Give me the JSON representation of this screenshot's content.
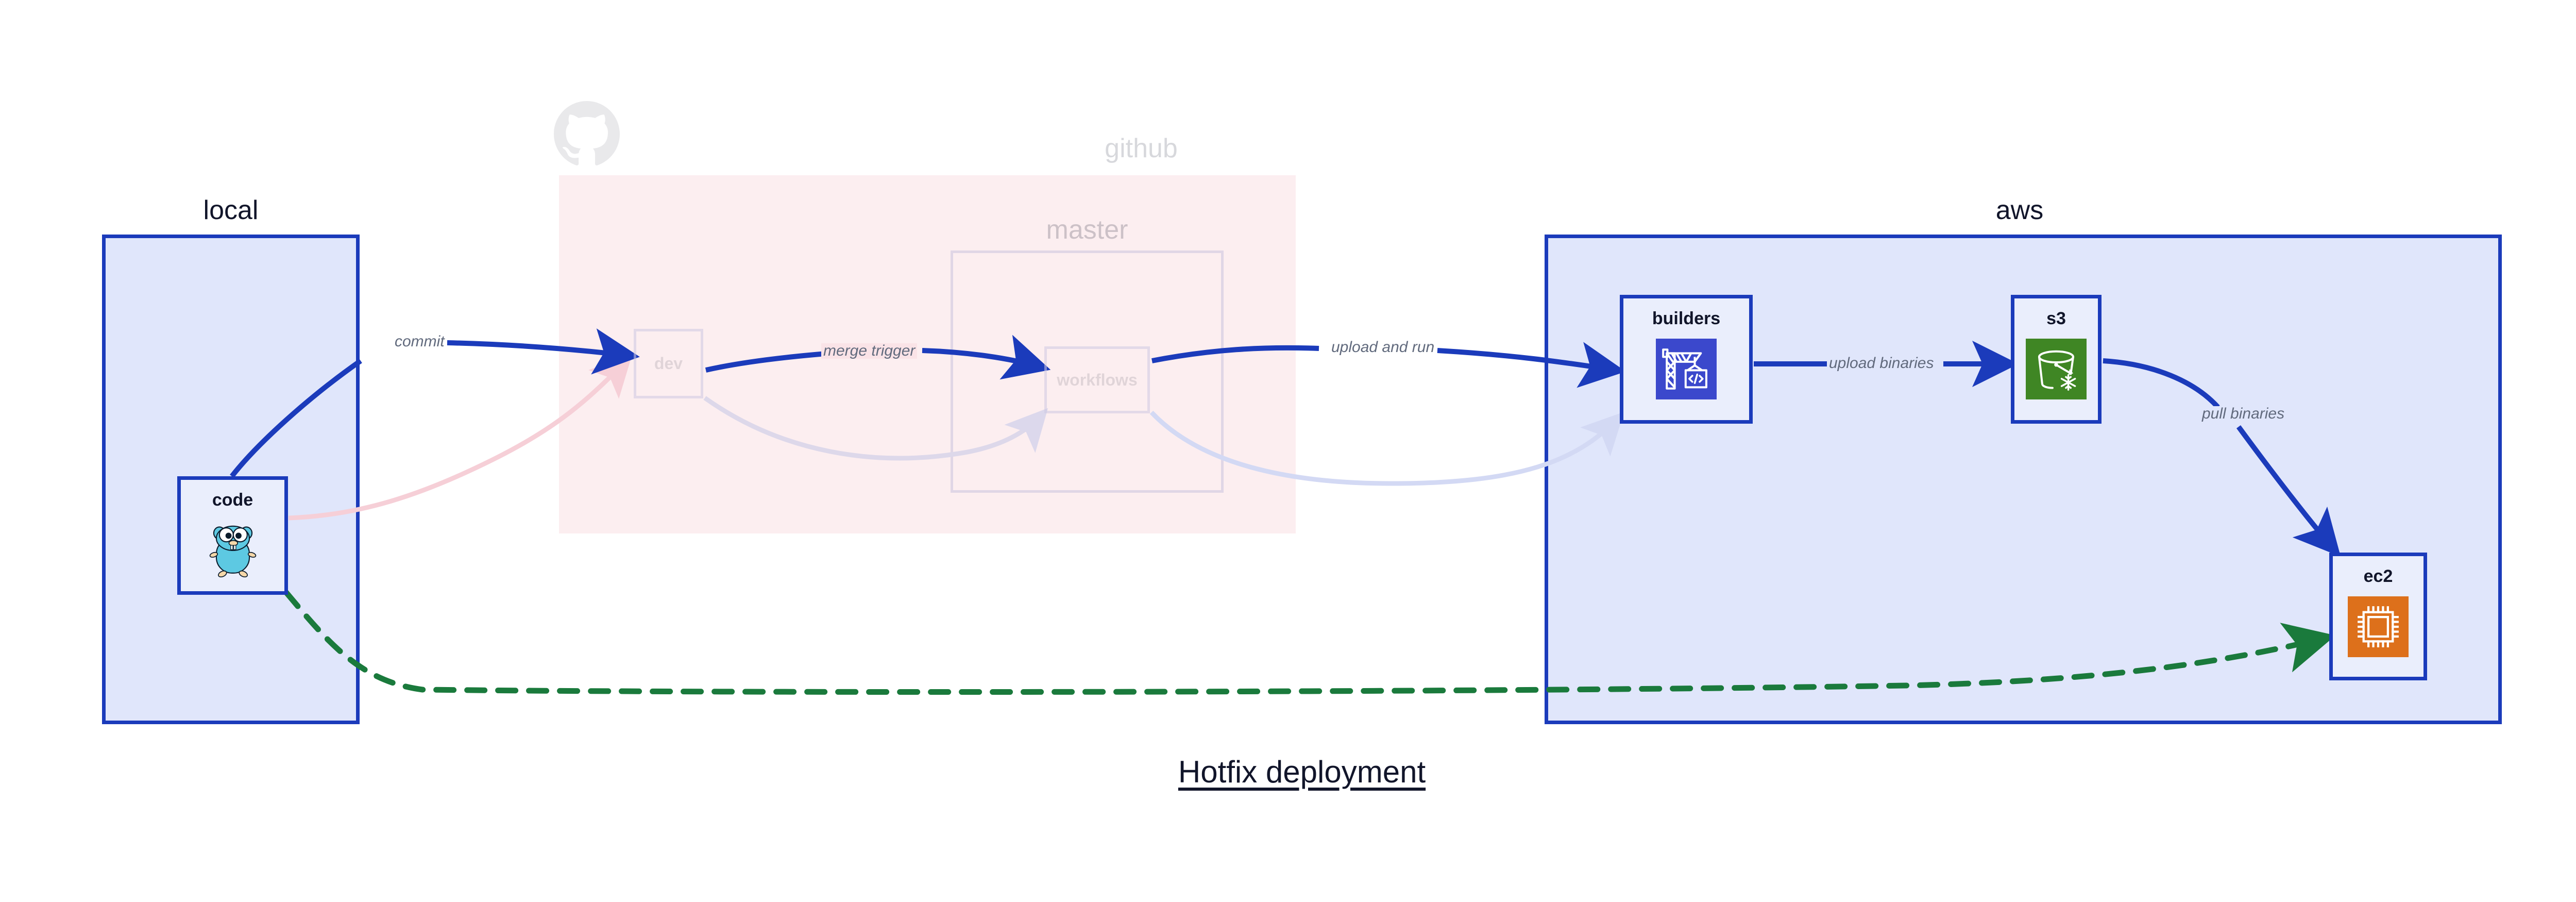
{
  "diagram": {
    "title": "Hotfix deployment",
    "background": "#ffffff",
    "accent_blue": "#1b3bbb",
    "accent_green": "#1a7a3c",
    "cluster_blue_fill": "#e0e6fb",
    "cluster_pink_fill": "#fae3e7",
    "label_gray": "#616a7d"
  },
  "clusters": [
    {
      "id": "local",
      "label": "local",
      "fill": "#e0e6fb",
      "stroke": "#1b3bbb"
    },
    {
      "id": "github",
      "label": "github",
      "fill": "#fae3e7",
      "stroke": "none"
    },
    {
      "id": "master",
      "label": "master",
      "fill": "none",
      "stroke": "#b9b6d8"
    },
    {
      "id": "aws",
      "label": "aws",
      "fill": "#e0e6fb",
      "stroke": "#1b3bbb"
    }
  ],
  "nodes": [
    {
      "id": "code",
      "label": "code",
      "icon": "go-gopher-icon",
      "cluster": "local",
      "state": "active"
    },
    {
      "id": "dev",
      "label": "dev",
      "icon": "none",
      "cluster": "github",
      "state": "faded"
    },
    {
      "id": "workflows",
      "label": "workflows",
      "icon": "none",
      "cluster": "master",
      "state": "faded"
    },
    {
      "id": "builders",
      "label": "builders",
      "icon": "aws-codebuild-crane-icon",
      "icon_color": "#3b48cc",
      "cluster": "aws",
      "state": "active"
    },
    {
      "id": "s3",
      "label": "s3",
      "icon": "aws-s3-glacier-bucket-icon",
      "icon_color": "#3f8624",
      "cluster": "aws",
      "state": "active"
    },
    {
      "id": "ec2",
      "label": "ec2",
      "icon": "aws-ec2-chip-icon",
      "icon_color": "#dd701b",
      "cluster": "aws",
      "state": "active"
    }
  ],
  "edges": [
    {
      "id": "commit",
      "from": "code",
      "to": "dev",
      "label": "commit",
      "style": "solid",
      "color": "#1b3bbb",
      "state": "active"
    },
    {
      "id": "merge-trigger",
      "from": "dev",
      "to": "workflows",
      "label": "merge trigger",
      "style": "solid",
      "color": "#1b3bbb",
      "state": "active"
    },
    {
      "id": "upload-and-run",
      "from": "workflows",
      "to": "builders",
      "label": "upload and run",
      "style": "solid",
      "color": "#1b3bbb",
      "state": "active"
    },
    {
      "id": "upload-binaries",
      "from": "builders",
      "to": "s3",
      "label": "upload binaries",
      "style": "solid",
      "color": "#1b3bbb",
      "state": "active"
    },
    {
      "id": "pull-binaries",
      "from": "s3",
      "to": "ec2",
      "label": "pull binaries",
      "style": "solid",
      "color": "#1b3bbb",
      "state": "active"
    },
    {
      "id": "hotfix-direct",
      "from": "code",
      "to": "ec2",
      "label": "",
      "style": "dashed",
      "color": "#1a7a3c",
      "state": "active"
    },
    {
      "id": "ghost-code-dev",
      "from": "code",
      "to": "dev",
      "label": "",
      "style": "solid",
      "color": "#fae3e7",
      "state": "faded"
    },
    {
      "id": "ghost-dev-workflows",
      "from": "dev",
      "to": "workflows",
      "label": "",
      "style": "solid",
      "color": "#ddd8ea",
      "state": "faded"
    },
    {
      "id": "ghost-workflows-builders",
      "from": "workflows",
      "to": "builders",
      "label": "",
      "style": "solid",
      "color": "#d6daf3",
      "state": "faded"
    }
  ]
}
